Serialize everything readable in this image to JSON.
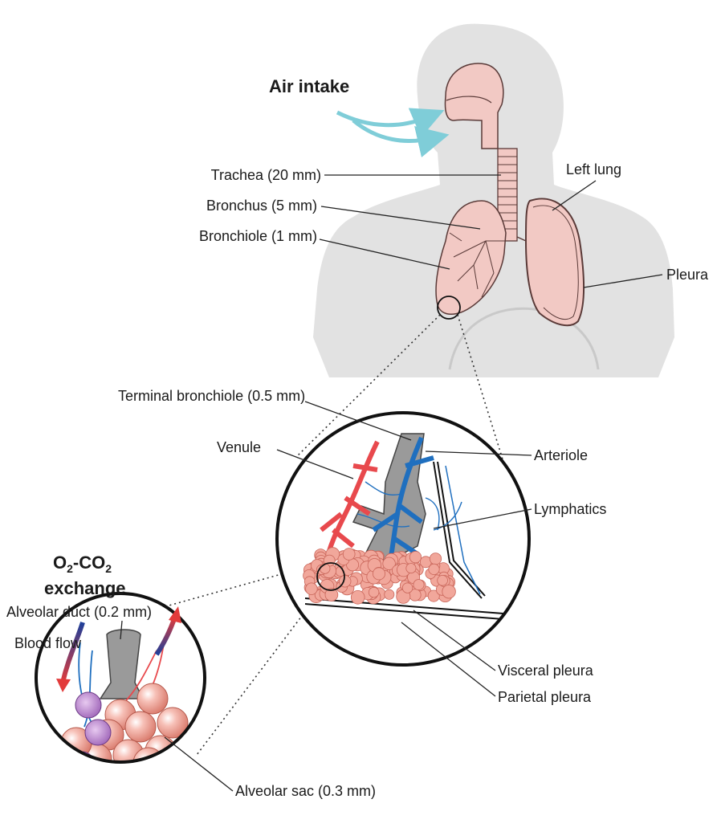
{
  "titles": {
    "air_intake": "Air intake",
    "exchange_line1_o": "O",
    "exchange_line1_sub1": "2",
    "exchange_line1_mid": "-CO",
    "exchange_line1_sub2": "2",
    "exchange_line2": "exchange"
  },
  "labels": {
    "trachea": "Trachea (20 mm)",
    "bronchus": "Bronchus (5 mm)",
    "bronchiole": "Bronchiole (1 mm)",
    "left_lung": "Left lung",
    "pleura": "Pleura",
    "terminal_bronchiole": "Terminal bronchiole (0.5 mm)",
    "venule": "Venule",
    "arteriole": "Arteriole",
    "lymphatics": "Lymphatics",
    "alveolar_duct": "Alveolar duct (0.2 mm)",
    "blood_flow": "Blood flow",
    "visceral_pleura": "Visceral pleura",
    "parietal_pleura": "Parietal pleura",
    "alveolar_sac": "Alveolar sac (0.3 mm)"
  },
  "colors": {
    "silhouette": "#e2e2e2",
    "lung_fill": "#f2c9c4",
    "lung_stroke": "#5a3a38",
    "air_arrow": "#7fcdd8",
    "artery_blue": "#1f6fbf",
    "venule_red": "#e8494d",
    "alveoli": "#f1a79b",
    "duct_gray": "#9a9a9a",
    "purple": "#9b5fb5"
  }
}
